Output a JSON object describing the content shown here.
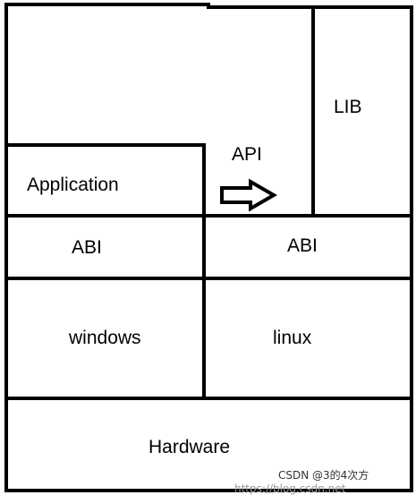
{
  "labels": {
    "lib": "LIB",
    "api": "API",
    "application": "Application",
    "abi_left": "ABI",
    "abi_right": "ABI",
    "windows": "windows",
    "linux": "linux",
    "hardware": "Hardware"
  },
  "watermark": "CSDN @3的4次方",
  "watermark_faint": "https://blog.csdn.net",
  "colors": {
    "stroke": "#000000",
    "background": "#ffffff"
  }
}
